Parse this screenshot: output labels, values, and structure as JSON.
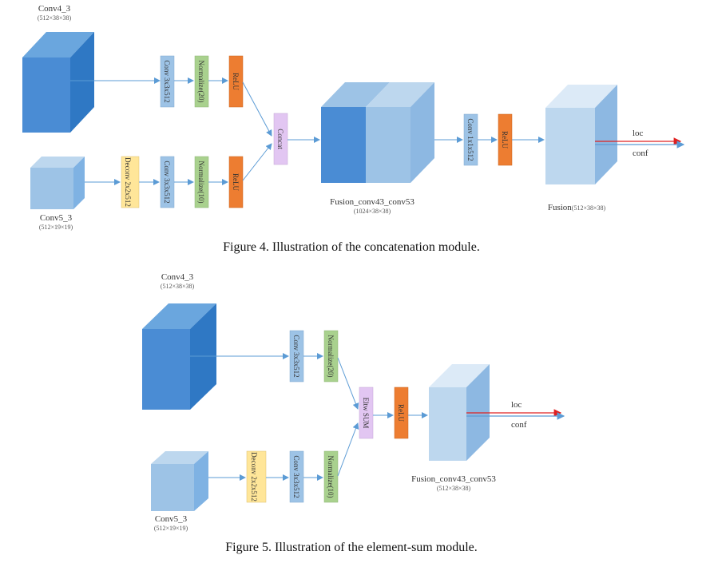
{
  "colors": {
    "cube_dark": "#3F86D0",
    "cube_light": "#9DC3E6",
    "conv": "#9DC3E6",
    "normalize": "#A9D18E",
    "relu": "#ED7D31",
    "concat": "#E2C6F2",
    "deconv": "#FFE699",
    "arrow": "#5B9BD5",
    "loc_arrow": "#E02020"
  },
  "figure4": {
    "caption": "Figure 4. Illustration of the concatenation module.",
    "conv4_3": {
      "name": "Conv4_3",
      "dims": "(512×38×38)"
    },
    "conv5_3": {
      "name": "Conv5_3",
      "dims": "(512×19×19)"
    },
    "top_branch": {
      "conv": "Conv 3x3x512",
      "normalize": "Normalize(20)",
      "relu": "ReLU"
    },
    "bottom_branch": {
      "deconv": "Deconv 2x2x512",
      "conv": "Conv 3x3x512",
      "normalize": "Normalize(10)",
      "relu": "ReLU"
    },
    "concat": "Concat",
    "fusion_block": {
      "name": "Fusion_conv43_conv53",
      "dims": "(1024×38×38)"
    },
    "post_conv": "Conv 1x1x512",
    "post_relu": "ReLU",
    "output": {
      "name": "Fusion",
      "dims": "(512×38×38)"
    },
    "loc": "loc",
    "conf": "conf"
  },
  "figure5": {
    "caption": "Figure 5. Illustration of the element-sum module.",
    "conv4_3": {
      "name": "Conv4_3",
      "dims": "(512×38×38)"
    },
    "conv5_3": {
      "name": "Conv5_3",
      "dims": "(512×19×19)"
    },
    "top_branch": {
      "conv": "Conv 3x3x512",
      "normalize": "Normalize(20)"
    },
    "bottom_branch": {
      "deconv": "Deconv 2x2x512",
      "conv": "Conv 3x3x512",
      "normalize": "Normalize(10)"
    },
    "eltw": "Eltw SUM",
    "relu": "ReLU",
    "output": {
      "name": "Fusion_conv43_conv53",
      "dims": "(512×38×38)"
    },
    "loc": "loc",
    "conf": "conf"
  }
}
